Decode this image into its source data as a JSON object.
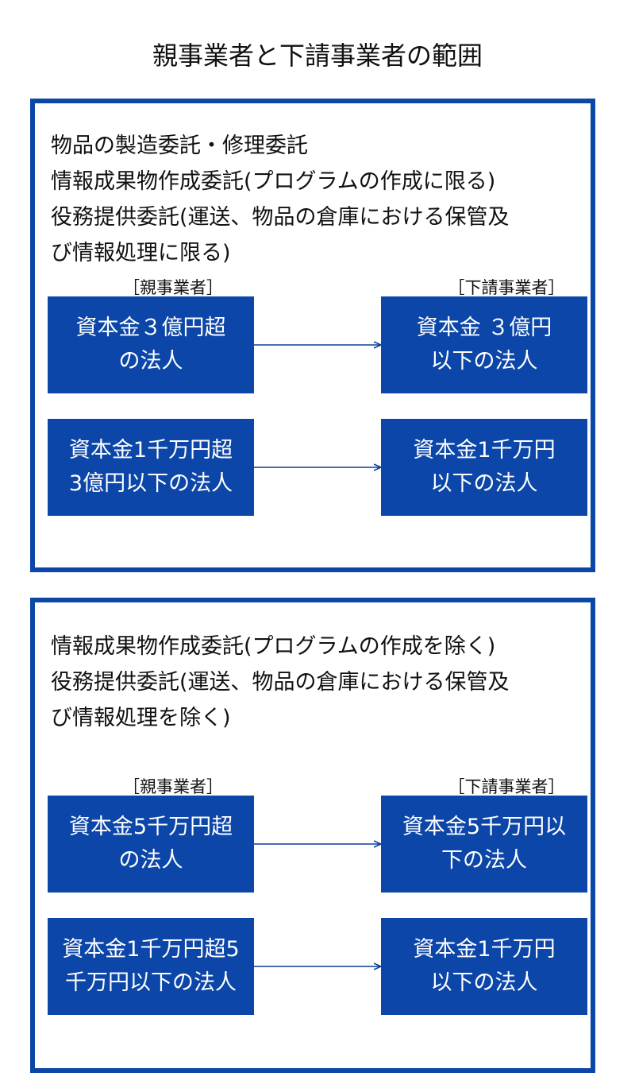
{
  "title": "親事業者と下請事業者の範囲",
  "colors": {
    "frame": "#0a47a6",
    "box": "#0b46a8",
    "arrow": "#0b3f99"
  },
  "panels": [
    {
      "description": [
        "物品の製造委託・修理委託",
        "情報成果物作成委託(プログラムの作成に限る)",
        "役務提供委託(運送、物品の倉庫における保管及",
        "び情報処理に限る)"
      ],
      "parent_header": "［親事業者］",
      "sub_header": "［下請事業者］",
      "rows": [
        {
          "parent": [
            "資本金３億円超",
            "の法人"
          ],
          "sub": [
            "資本金 ３億円",
            "以下の法人"
          ]
        },
        {
          "parent": [
            "資本金1千万円超",
            "3億円以下の法人"
          ],
          "sub": [
            "資本金1千万円",
            "以下の法人"
          ]
        }
      ]
    },
    {
      "description": [
        "情報成果物作成委託(プログラムの作成を除く)",
        "役務提供委託(運送、物品の倉庫における保管及",
        "び情報処理を除く)"
      ],
      "parent_header": "［親事業者］",
      "sub_header": "［下請事業者］",
      "rows": [
        {
          "parent": [
            "資本金5千万円超",
            "の法人"
          ],
          "sub": [
            "資本金5千万円以",
            "下の法人"
          ]
        },
        {
          "parent": [
            "資本金1千万円超5",
            "千万円以下の法人"
          ],
          "sub": [
            "資本金1千万円",
            "以下の法人"
          ]
        }
      ]
    }
  ]
}
